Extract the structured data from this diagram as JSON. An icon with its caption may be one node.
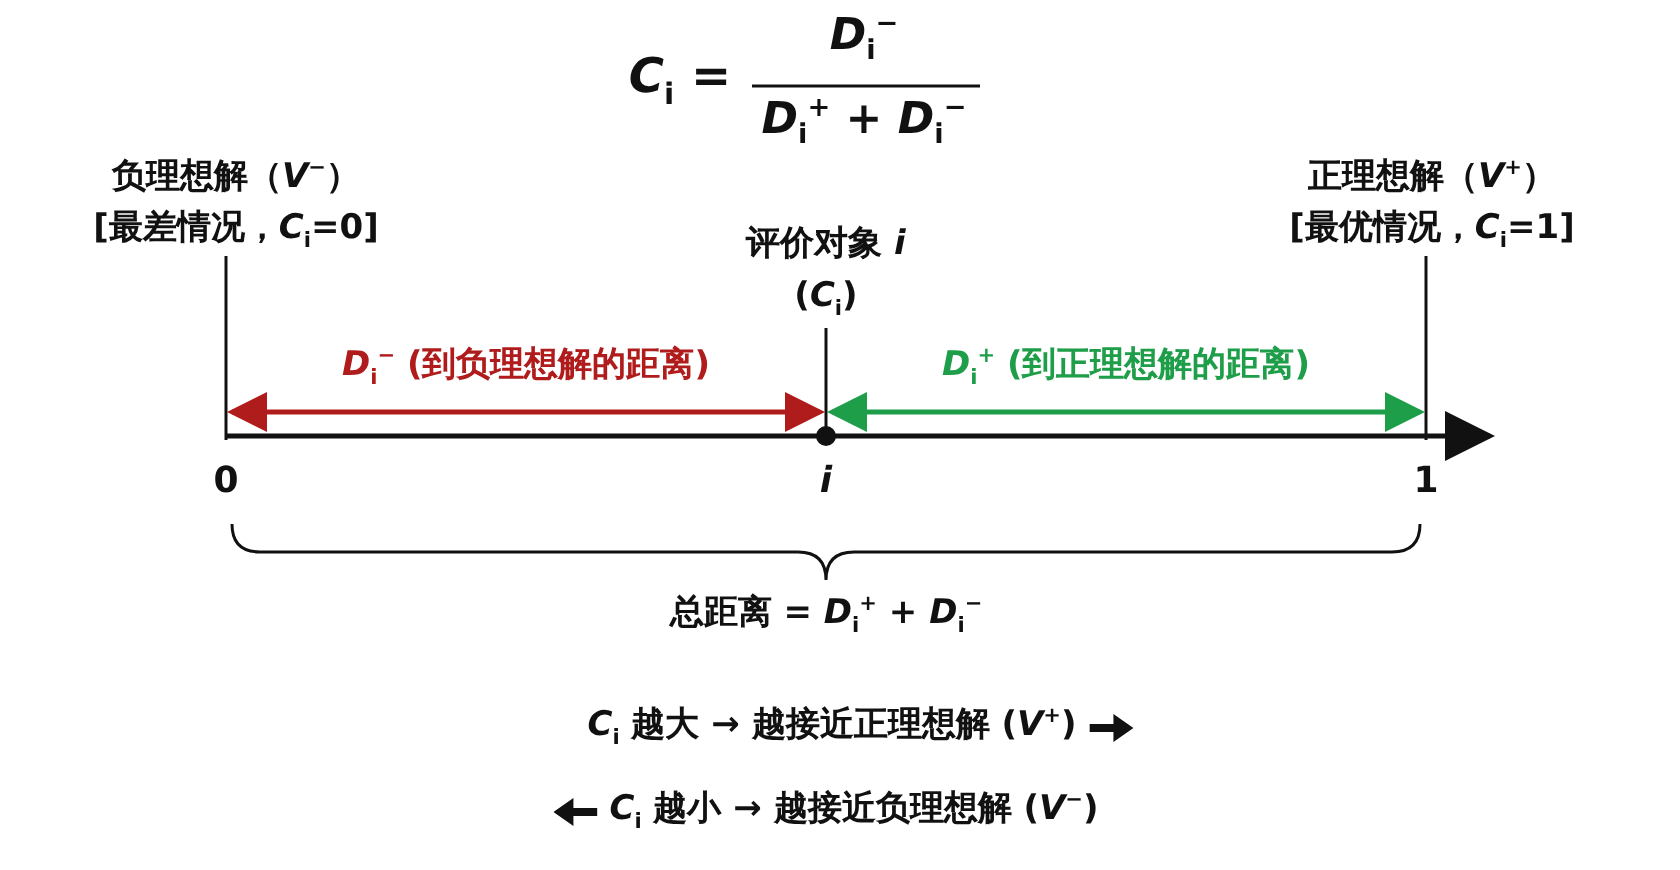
{
  "diagram": {
    "labels": [
      "*C*$_{i}$ =",
      "*D*$_{i}$$^{−}$",
      "*D*$_{i}$$^{+}$ + *D*$_{i}$$^{−}$",
      "负理想解（*V*$^{−}$）",
      "正理想解（*V*$^{+}$）",
      "[最差情况，*C*$_{i}$=0]",
      "评价对象 *i*",
      "[最优情况，*C*$_{i}$=1]",
      "(*C*$_{i}$)",
      "*D*$_{i}$$^{−}$ (到负理想解的距离)",
      "*D*$_{i}$$^{+}$ (到正理想解的距离)",
      "0",
      "*i*",
      "1",
      "总距离 = *D*$_{i}$$^{+}$ + *D*$_{i}$$^{−}$",
      "*C*$_{i}$ 越大 → 越接近正理想解 (*V*$^{+}$)",
      "*C*$_{i}$ 越小 → 越接近负理想解 (*V*$^{−}$)"
    ]
  }
}
